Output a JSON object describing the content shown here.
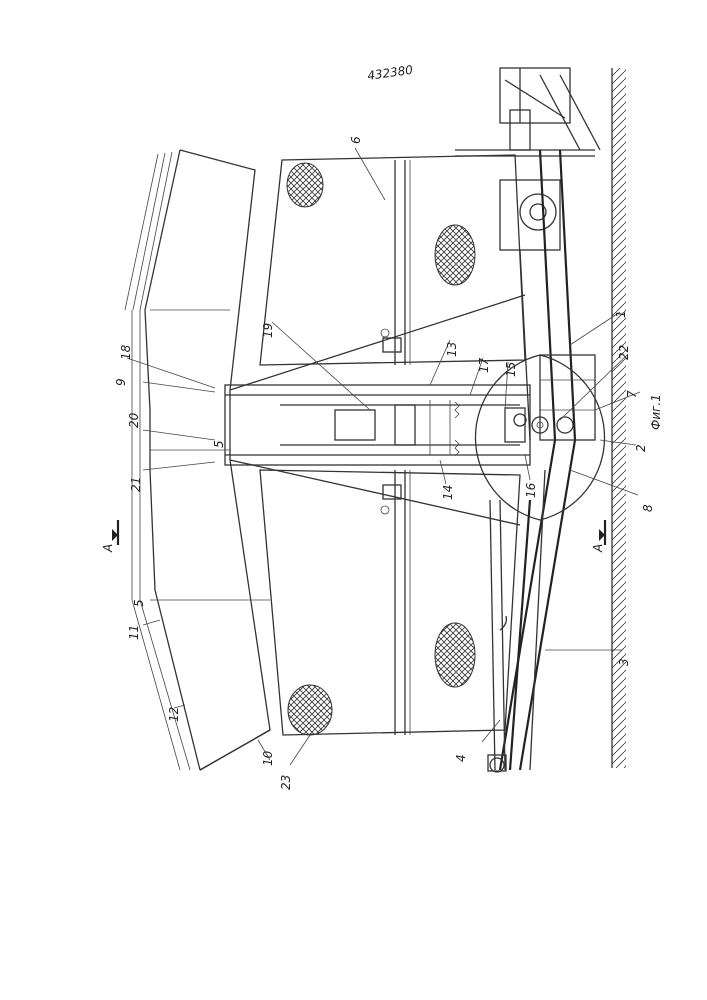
{
  "patent_number": "432380",
  "figure_caption": "Фиг.1",
  "section_marker": "A",
  "part_numbers": [
    "1",
    "2",
    "3",
    "4",
    "5",
    "5",
    "6",
    "7",
    "8",
    "9",
    "10",
    "11",
    "12",
    "13",
    "14",
    "15",
    "16",
    "17",
    "18",
    "19",
    "20",
    "21",
    "22",
    "23"
  ]
}
